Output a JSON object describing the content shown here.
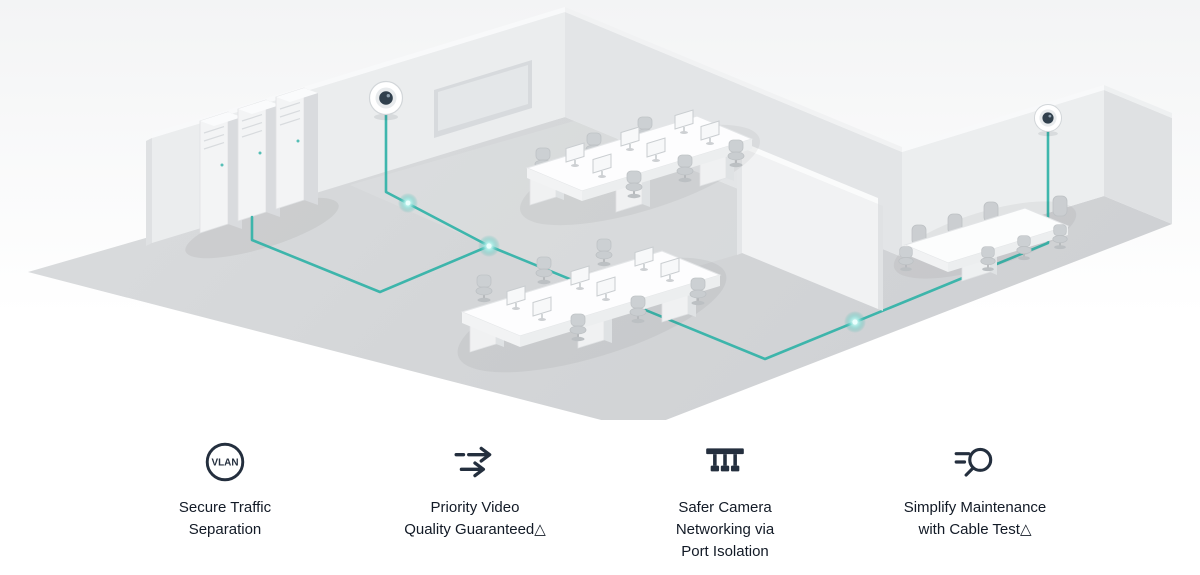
{
  "theme": {
    "accent-color": "#35b3a9",
    "icon-color": "#242f3e",
    "text-color": "#121a26",
    "floor-color": "#d6d8da",
    "wall-color": "#ebedee"
  },
  "scene": {
    "type": "isometric-office-network-illustration",
    "elements": [
      "server-racks",
      "dome-camera-left",
      "dome-camera-right",
      "wall-display",
      "desk-cluster-back",
      "desk-cluster-front",
      "conference-room",
      "network-cables",
      "cable-node-glows"
    ]
  },
  "features": [
    {
      "id": "vlan",
      "icon": "vlan-badge-icon",
      "icon_text": "VLAN",
      "lines": "Secure Traffic\nSeparation"
    },
    {
      "id": "priority",
      "icon": "priority-arrows-icon",
      "lines": "Priority Video\nQuality Guaranteed△"
    },
    {
      "id": "port-isolation",
      "icon": "port-isolation-icon",
      "lines": "Safer Camera\nNetworking via\nPort Isolation"
    },
    {
      "id": "cable-test",
      "icon": "cable-test-magnifier-icon",
      "lines": "Simplify Maintenance\nwith Cable Test△"
    }
  ]
}
